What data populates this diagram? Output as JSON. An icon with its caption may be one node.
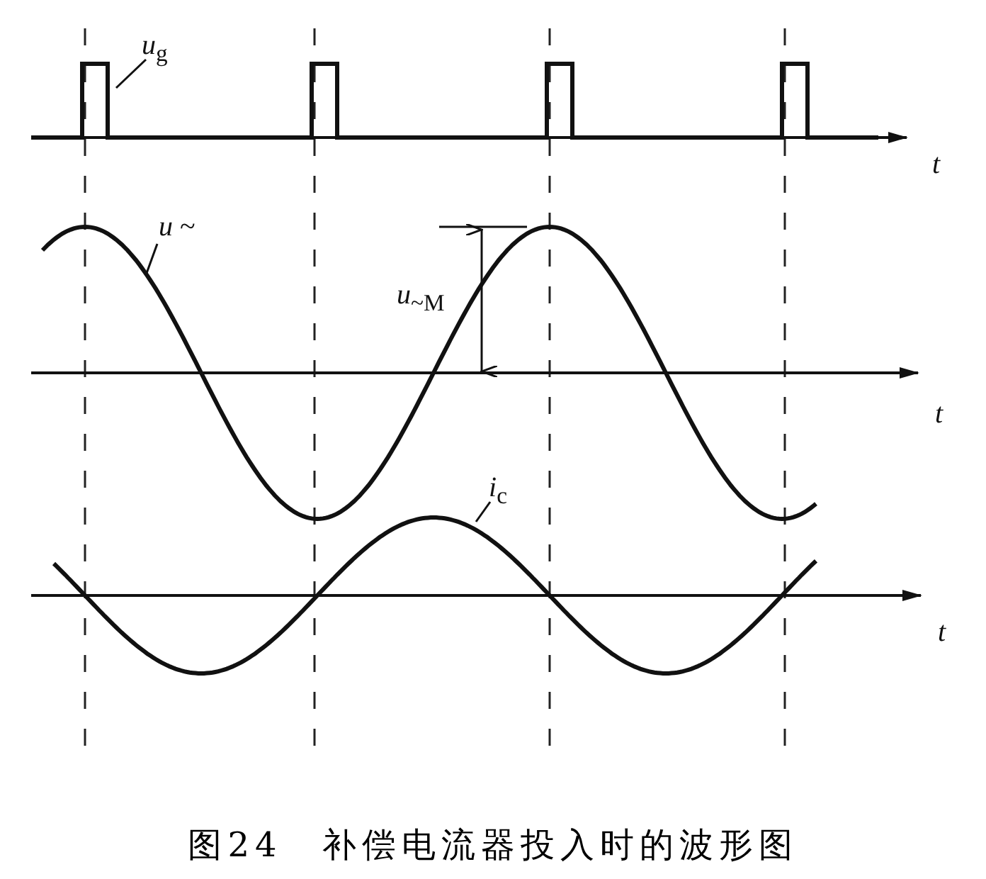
{
  "diagram": {
    "caption": "图24　补偿电流器投入时的波形图",
    "nodes": [
      {
        "text": [
          "*u*$_{g}$"
        ]
      },
      {
        "text": [
          "*u* ~"
        ]
      },
      {
        "text": [
          "*i*$_{c}$"
        ]
      }
    ],
    "edges": [
      {
        "from": 0,
        "to": null,
        "arrow": "none"
      },
      {
        "from": 1,
        "to": null,
        "arrow": "none"
      },
      {
        "from": 2,
        "to": null,
        "arrow": "none"
      }
    ],
    "labels": [
      "t",
      "*u*$_{~M}$",
      "t",
      "t"
    ]
  }
}
